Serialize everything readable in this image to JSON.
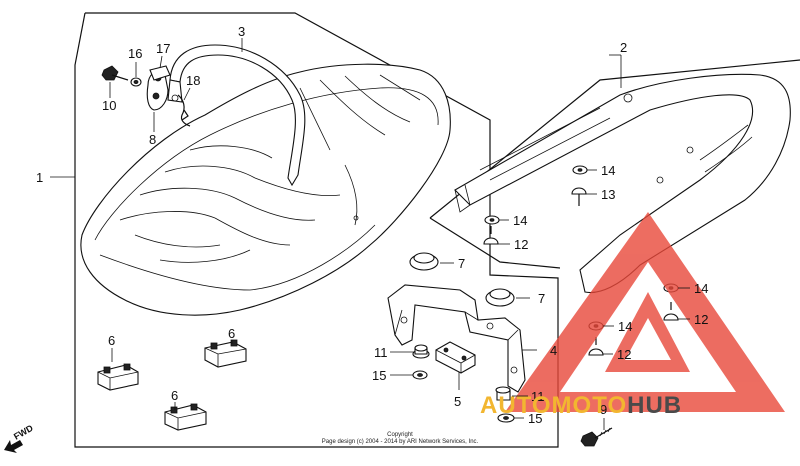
{
  "diagram": {
    "labels": {
      "seat": "1",
      "seat_cowl": "2",
      "grab_rail": "3",
      "seat_bracket": "4",
      "bracket_cushion": "5",
      "seat_stopper_a": "6",
      "seat_stopper_b": "6",
      "seat_stopper_c": "6",
      "cushion_upper": "7",
      "cushion_lower": "7",
      "seat_lock": "8",
      "lock_bolt": "9",
      "bolt_10": "10",
      "bolt_11_a": "11",
      "bolt_11_b": "11",
      "screw_12_a": "12",
      "screw_12_b": "12",
      "screw_12_c": "12",
      "screw_13": "13",
      "washer_14_a": "14",
      "washer_14_b": "14",
      "washer_14_c": "14",
      "washer_14_d": "14",
      "washer_15_a": "15",
      "washer_15_b": "15",
      "washer_16": "16",
      "hinge_17": "17",
      "cable_18": "18"
    },
    "copyright_line1": "Copyright",
    "copyright_line2": "Page design (c) 2004 - 2014 by ARI Network Services, Inc.",
    "fwd_label": "FWD"
  },
  "watermark": {
    "brand_part1": "AUTOMOTO",
    "brand_part2": "HUB",
    "colors": {
      "triangle": "#e8483a",
      "text_primary": "#f2b630",
      "text_secondary": "#4a4a4a"
    }
  }
}
